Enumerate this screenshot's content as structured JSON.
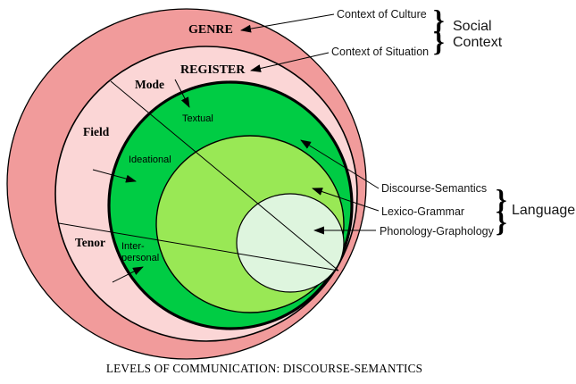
{
  "caption": "LEVELS OF COMMUNICATION: DISCOURSE-SEMANTICS",
  "colors": {
    "genre_ring": "#F19B9B",
    "register_ring": "#FBD6D6",
    "discourse_semantics_circle": "#00CC44",
    "lexico_grammar_circle": "#99E855",
    "phonology_graphology_circle": "#DEF5DE",
    "outline": "#000000"
  },
  "rings": {
    "genre": "GENRE",
    "register": "REGISTER"
  },
  "register_sectors": {
    "mode": "Mode",
    "field": "Field",
    "tenor": "Tenor"
  },
  "metafunctions": {
    "textual": "Textual",
    "ideational": "Ideational",
    "interpersonal_line1": "Inter-",
    "interpersonal_line2": "personal"
  },
  "annotations": {
    "context_of_culture": "Context of Culture",
    "context_of_situation": "Context of Situation",
    "discourse_semantics": "Discourse-Semantics",
    "lexico_grammar": "Lexico-Grammar",
    "phonology_graphology": "Phonology-Graphology"
  },
  "groups": {
    "social_context_line1": "Social",
    "social_context_line2": "Context",
    "language": "Language",
    "brace": "}"
  }
}
